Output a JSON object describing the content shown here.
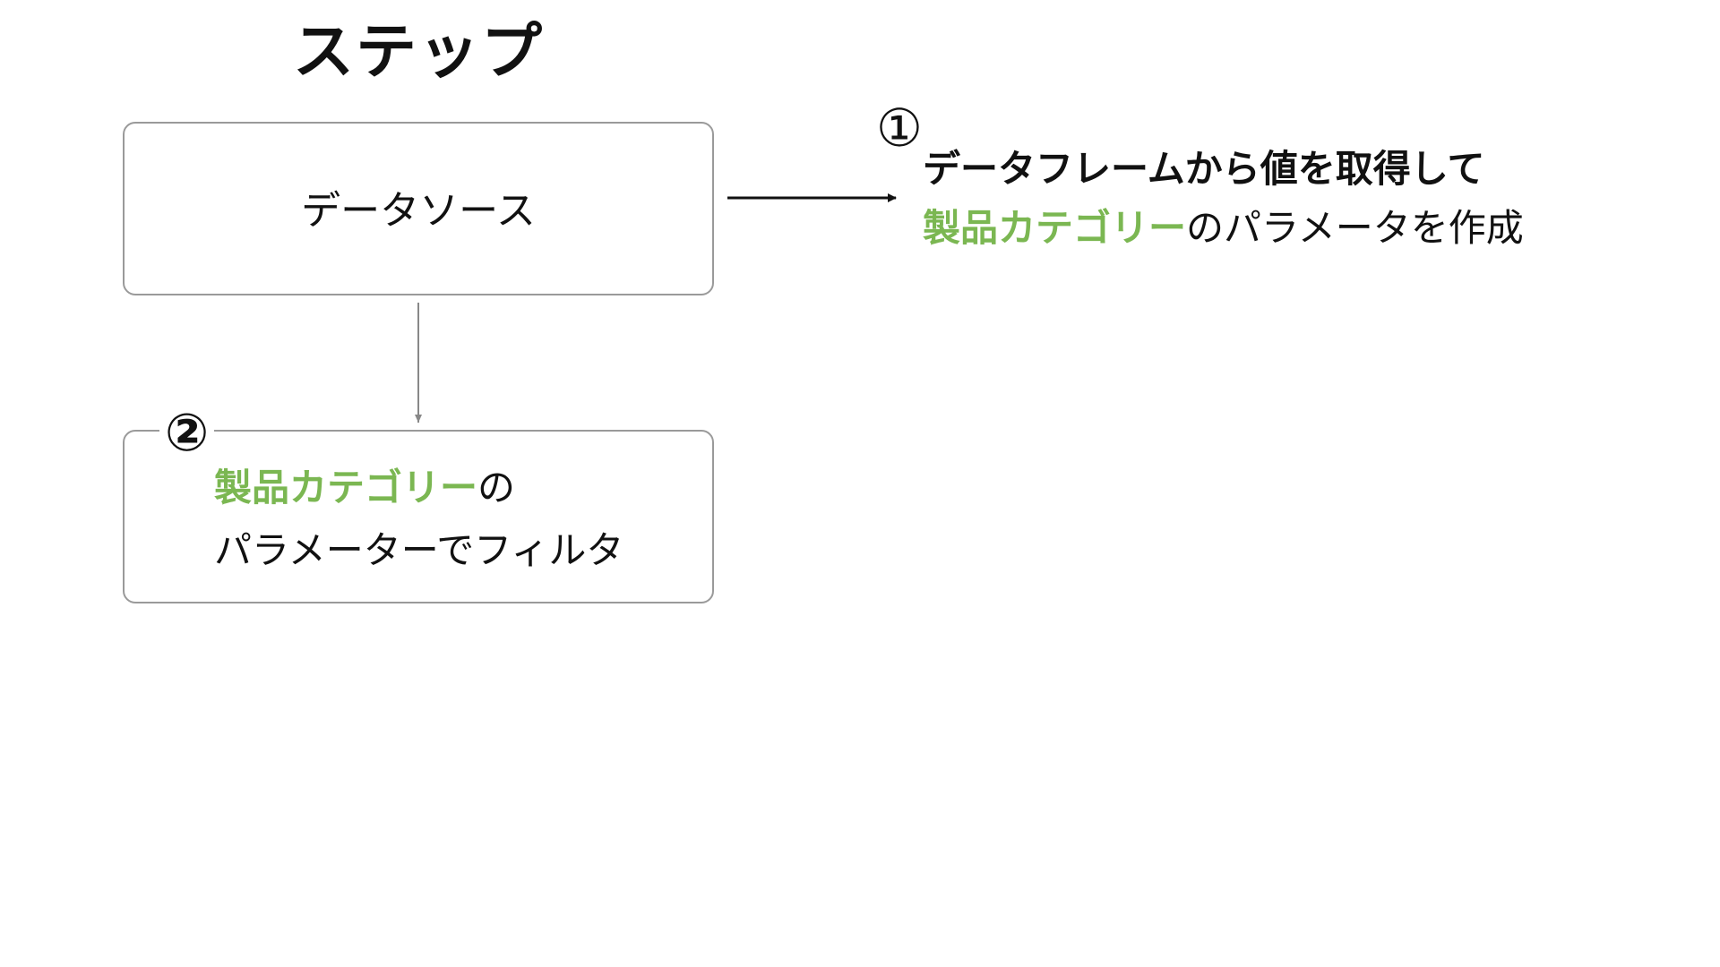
{
  "title": "ステップ",
  "source_box": {
    "label": "データソース"
  },
  "step1": {
    "marker": "①",
    "line1": "データフレームから値を取得して",
    "line2_highlight": "製品カテゴリー",
    "line2_rest": "のパラメータを作成"
  },
  "step2": {
    "marker": "②",
    "line1_highlight": "製品カテゴリー",
    "line1_rest": "の",
    "line2": "パラメーターでフィルタ"
  },
  "colors": {
    "highlight": "#7bb752",
    "box_border": "#9a9a9a",
    "text": "#111111"
  }
}
